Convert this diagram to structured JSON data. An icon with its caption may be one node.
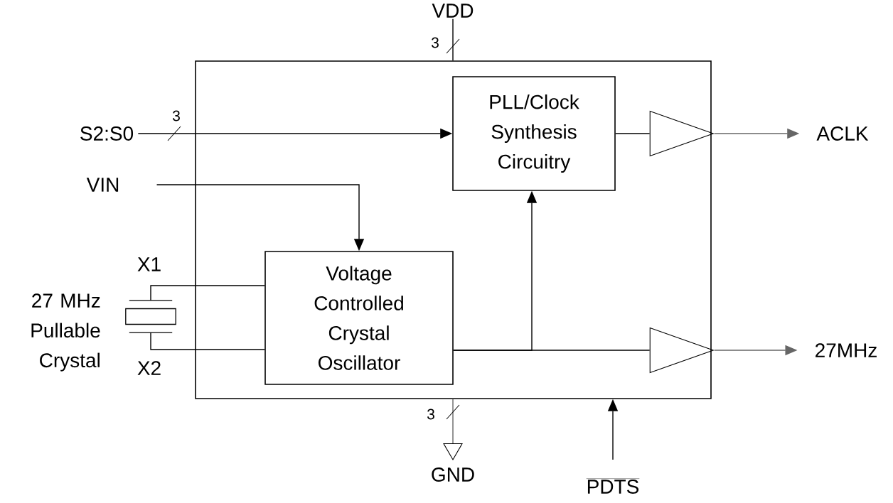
{
  "diagram": {
    "nodes": [
      {
        "text": [],
        "shape": "box"
      },
      {
        "text": [
          "PLL/Clock Synthesis Circuitry"
        ],
        "in": 0
      },
      {
        "text": [
          "Voltage Controlled Crystal Oscillator"
        ],
        "in": 0
      },
      {
        "text": [],
        "shape": "triangle",
        "in": 0
      },
      {
        "text": [],
        "shape": "triangle",
        "in": 0
      },
      {
        "text": [
          "S2:S0"
        ]
      },
      {
        "text": [
          "VIN"
        ]
      },
      {
        "text": [
          "ACLK"
        ]
      },
      {
        "text": [
          "27MHz"
        ]
      },
      {
        "text": [
          "VDD"
        ]
      },
      {
        "text": [],
        "shape": "ground",
        "beside": [
          "GND"
        ]
      },
      {
        "text": [
          "PDTS"
        ]
      },
      {
        "text": [],
        "shape": "crystal",
        "beside": [
          "27 MHz Pullable Crystal"
        ]
      }
    ],
    "edges": [
      {
        "from": 5,
        "to": 1,
        "arrow": "to",
        "label": "3"
      },
      {
        "from": 6,
        "to": 2,
        "arrow": "to"
      },
      {
        "from": 1,
        "to": 3,
        "arrow": "none"
      },
      {
        "from": 3,
        "to": 7,
        "arrow": "to",
        "color": "#666666"
      },
      {
        "from": 2,
        "to": 4,
        "arrow": "none"
      },
      {
        "from": 4,
        "to": 8,
        "arrow": "to",
        "color": "#666666"
      },
      {
        "from": 2,
        "to": 1,
        "arrow": "to"
      },
      {
        "from": 9,
        "to": 0,
        "arrow": "none",
        "label": "3"
      },
      {
        "from": 0,
        "to": 10,
        "arrow": "none",
        "label": "3",
        "color": "#666666"
      },
      {
        "from": 11,
        "to": 0,
        "arrow": "to"
      },
      {
        "from": 12,
        "to": 2,
        "arrow": "none"
      },
      {
        "from": 12,
        "to": 2,
        "arrow": "none"
      }
    ],
    "labels": [
      "X1",
      "X2"
    ]
  }
}
